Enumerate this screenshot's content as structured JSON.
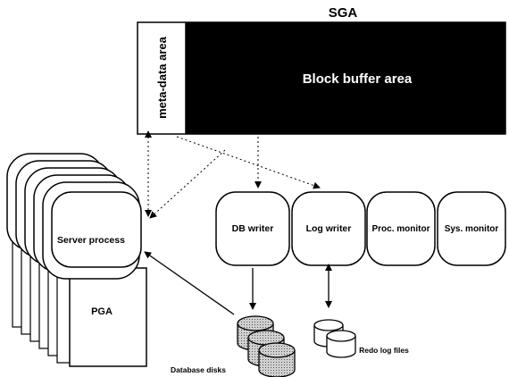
{
  "sga": {
    "title": "SGA",
    "metadata_label": "meta-data area",
    "buffer_label": "Block buffer area"
  },
  "processes": {
    "server": "Server process",
    "pga": "PGA",
    "db_writer": "DB writer",
    "log_writer": "Log writer",
    "proc_monitor": "Proc. monitor",
    "sys_monitor": "Sys. monitor"
  },
  "storage": {
    "database_disks": "Database disks",
    "redo_log_files": "Redo log files"
  },
  "colors": {
    "ink": "#000000",
    "disk_fill": "#b8b8b8",
    "background": "#ffffff"
  }
}
